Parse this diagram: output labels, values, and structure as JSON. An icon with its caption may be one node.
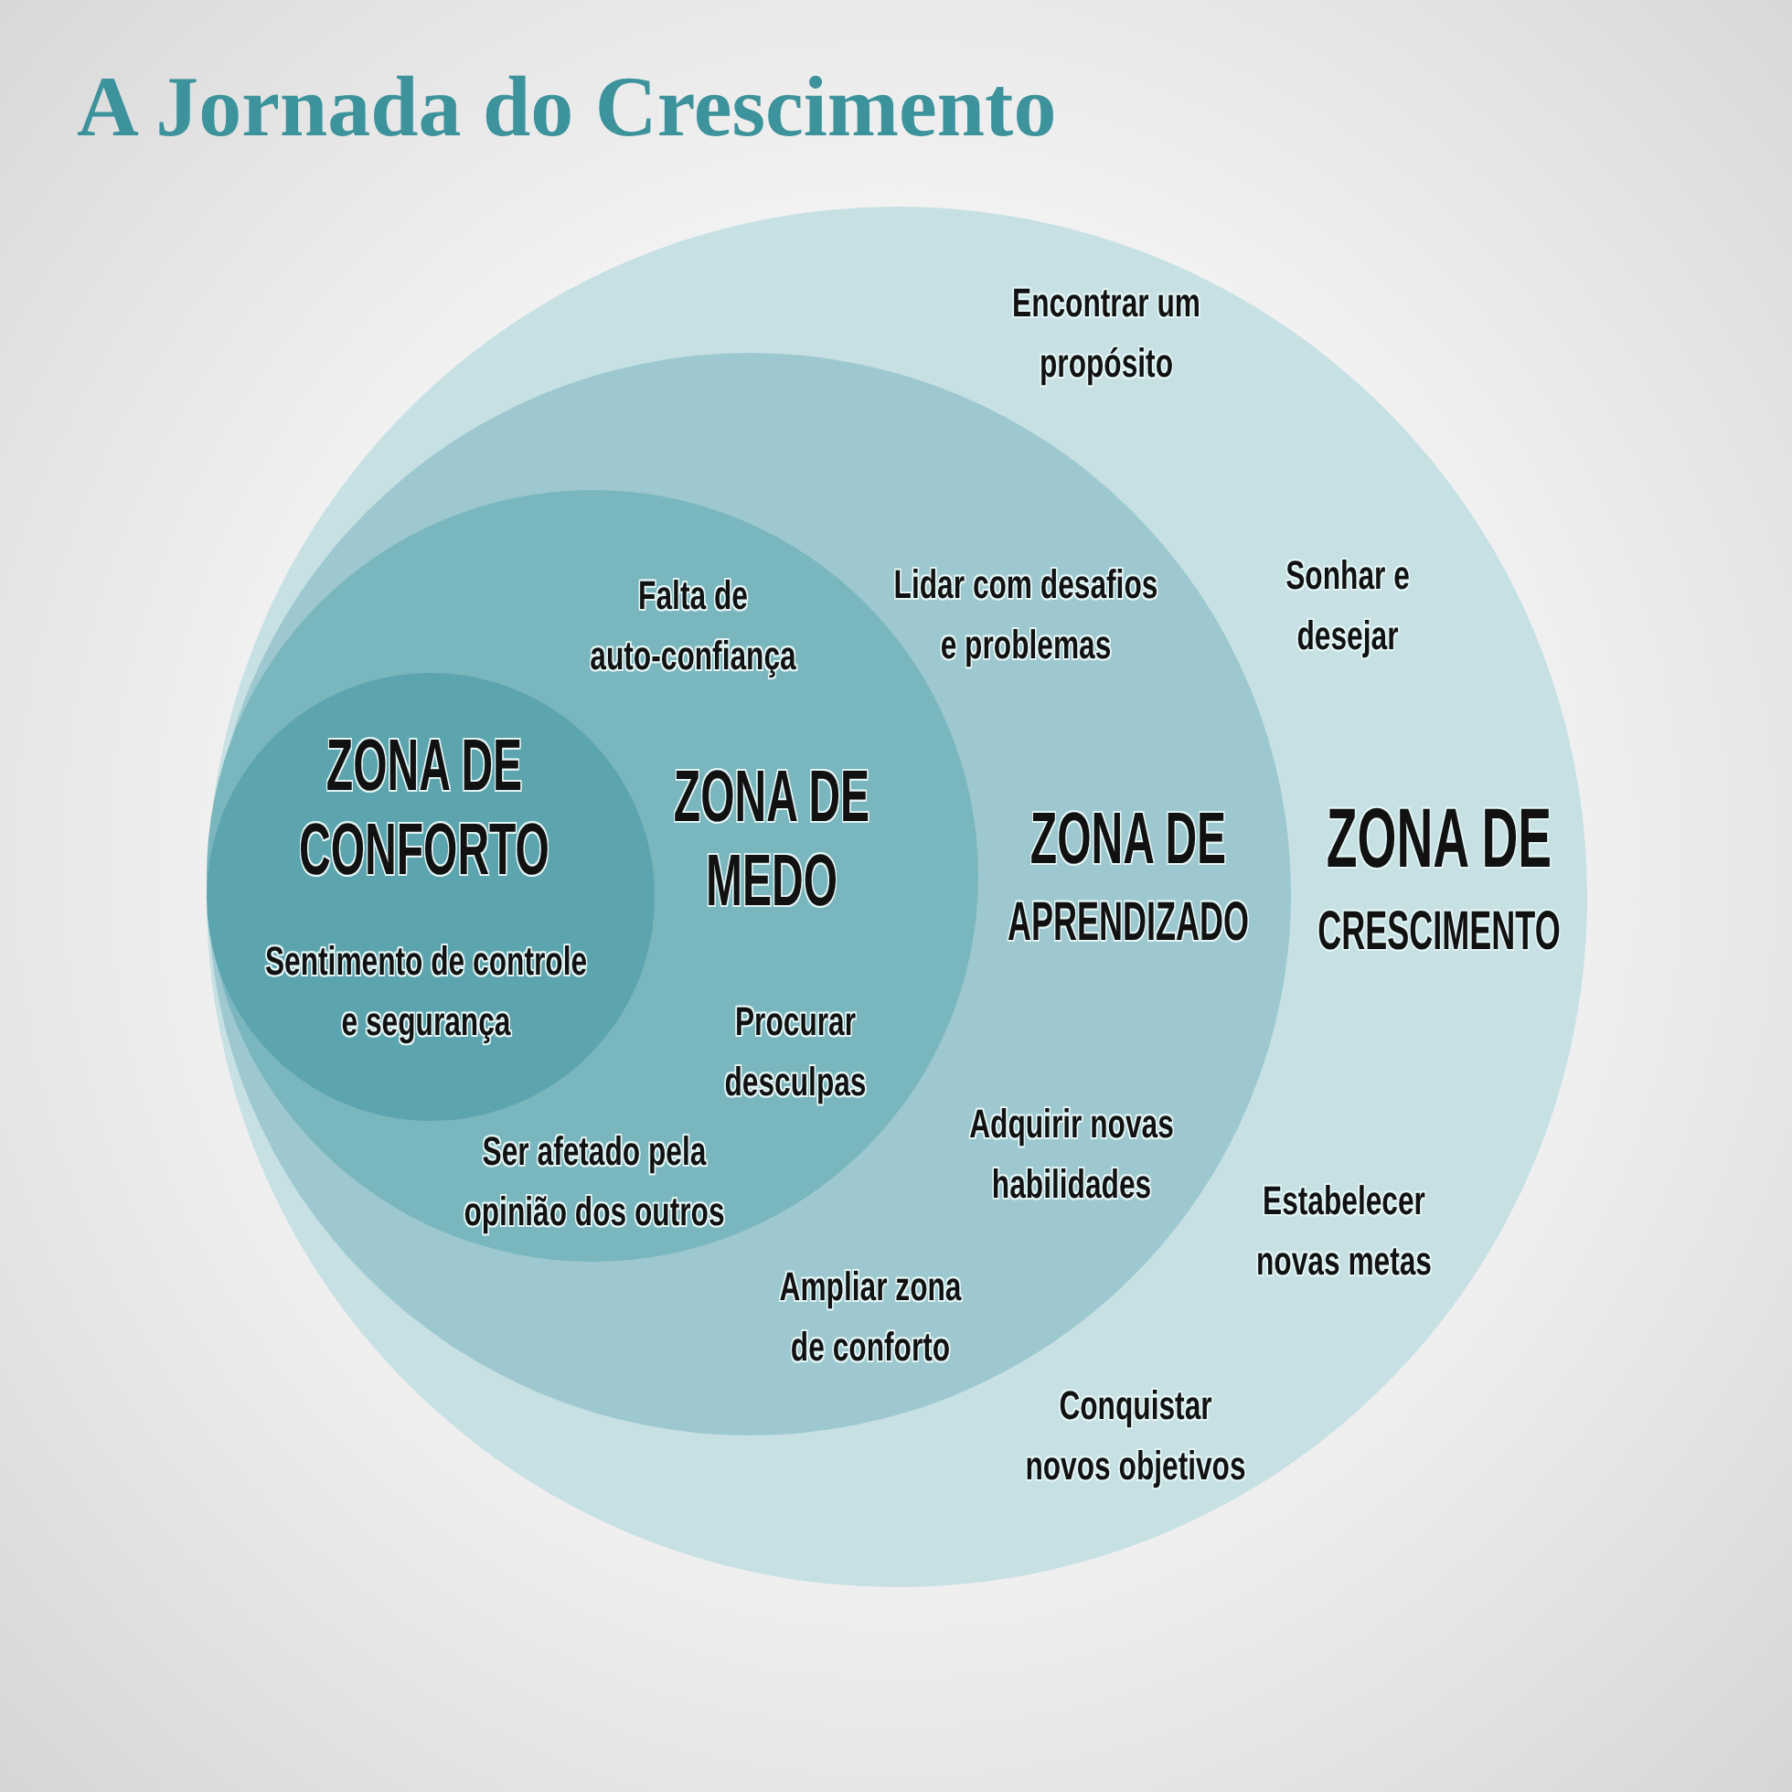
{
  "diagram": {
    "title": "A Jornada do Crescimento",
    "nodes": [
      {
        "text": [
          "Encontrar um propósito",
          "Sonhar e desejar",
          "ZONA DE CRESCIMENTO",
          "Estabelecer novas metas",
          "Conquistar novos objetivos"
        ]
      },
      {
        "text": [
          "Lidar com desafios e problemas",
          "ZONA DE APRENDIZADO",
          "Adquirir novas habilidades",
          "Ampliar zona de conforto"
        ],
        "in": 0
      },
      {
        "text": [
          "Falta de auto-confiança",
          "ZONA DE MEDO",
          "Procurar desculpas",
          "Ser afetado pela opinião dos outros"
        ],
        "in": 1
      },
      {
        "text": [
          "ZONA DE CONFORTO",
          "Sentimento de controle e segurança"
        ],
        "in": 2
      }
    ]
  }
}
